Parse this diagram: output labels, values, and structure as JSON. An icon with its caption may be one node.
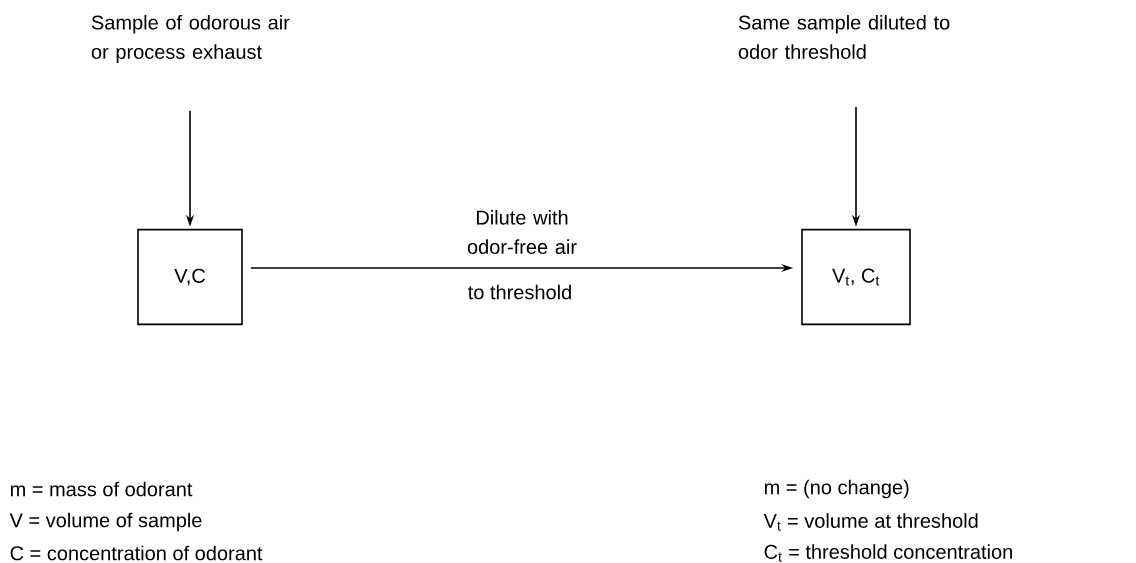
{
  "diagram": {
    "nodes": [
      {
        "text": [
          "Sample of odorous air or process exhaust"
        ]
      },
      {
        "text": [
          "V,C"
        ]
      },
      {
        "text": [
          "V$_{t}$, C$_{t}$"
        ]
      },
      {
        "text": [
          "Same sample diluted to odor threshold"
        ]
      }
    ],
    "edges": [
      {
        "from": 0,
        "to": 1,
        "arrow": "to"
      },
      {
        "from": 1,
        "to": 2,
        "arrow": "to",
        "label": "Dilute with odor-free air"
      },
      {
        "from": 3,
        "to": 2,
        "arrow": "to"
      }
    ],
    "labels": [
      "to threshold",
      "m = mass of odorant",
      "V = volume of sample",
      "C = concentration of odorant",
      "m = (no change)",
      "V$_{t}$ = volume at threshold",
      "C$_{t}$ = threshold concentration"
    ]
  }
}
